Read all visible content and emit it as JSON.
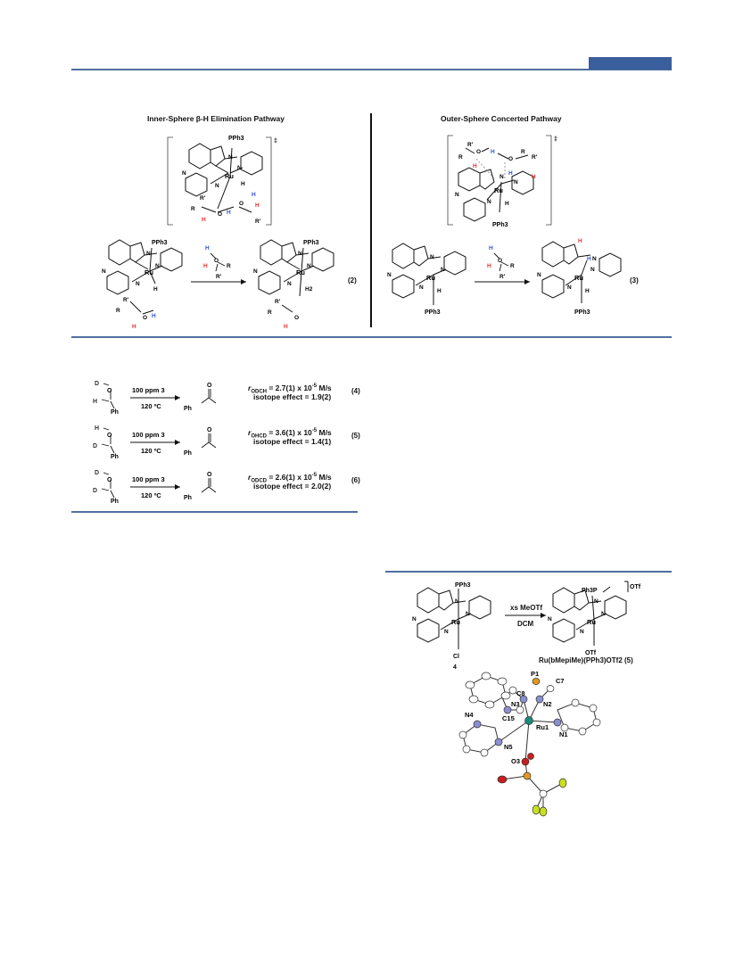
{
  "fig_top": {
    "left_title": "Inner-Sphere β-H Elimination Pathway",
    "right_title": "Outer-Sphere Concerted Pathway",
    "eq2": "(2)",
    "eq3": "(3)",
    "ts_mark": "‡",
    "atoms": {
      "ru": "Ru",
      "n": "N",
      "h": "H",
      "h2": "H2",
      "o": "O",
      "r": "R",
      "rp": "R'",
      "pph3": "PPh3"
    }
  },
  "fig_kie": {
    "conditions_top": "100 ppm 3",
    "conditions_bottom": "120 ºC",
    "product_ph": "Ph",
    "product_o": "O",
    "rows": [
      {
        "rate_sym": "r",
        "rate_sub": "ODCH",
        "rate_val": " = 2.7(1) x 10",
        "exp": "-5",
        "unit": " M/s",
        "ie": "isotope effect = 1.9(2)",
        "eq": "(4)",
        "a1": "D",
        "a2": "H"
      },
      {
        "rate_sym": "r",
        "rate_sub": "OHCD",
        "rate_val": " = 3.6(1) x 10",
        "exp": "-5",
        "unit": " M/s",
        "ie": "isotope effect = 1.4(1)",
        "eq": "(5)",
        "a1": "H",
        "a2": "D"
      },
      {
        "rate_sym": "r",
        "rate_sub": "ODCD",
        "rate_val": " = 2.6(1) x 10",
        "exp": "-5",
        "unit": " M/s",
        "ie": "isotope effect = 2.0(2)",
        "eq": "(6)",
        "a1": "D",
        "a2": "D"
      }
    ]
  },
  "fig_methyl": {
    "reagent": "xs MeOTf",
    "solvent": "DCM",
    "reactant_label": "4",
    "product_label": "Ru(bMepiMe)(PPh3)OTf2 (5)",
    "counterion": "OTf",
    "cl": "Cl",
    "otf": "OTf",
    "ph3p": "Ph3P",
    "ortep_labels": [
      "P1",
      "C7",
      "C8",
      "N3",
      "N2",
      "N4",
      "C15",
      "Ru1",
      "N5",
      "N1",
      "O3"
    ]
  },
  "colors": {
    "rule": "#4f6fa0",
    "header_block": "#3a5f9c",
    "red_h": "#e0322d",
    "blue_h": "#2f4fd6",
    "n_atom": "#8a8fd0",
    "o_atom": "#c81e1e",
    "f_atom": "#c8e020",
    "p_atom": "#e09a20",
    "ru_atom": "#1a8a7a"
  }
}
